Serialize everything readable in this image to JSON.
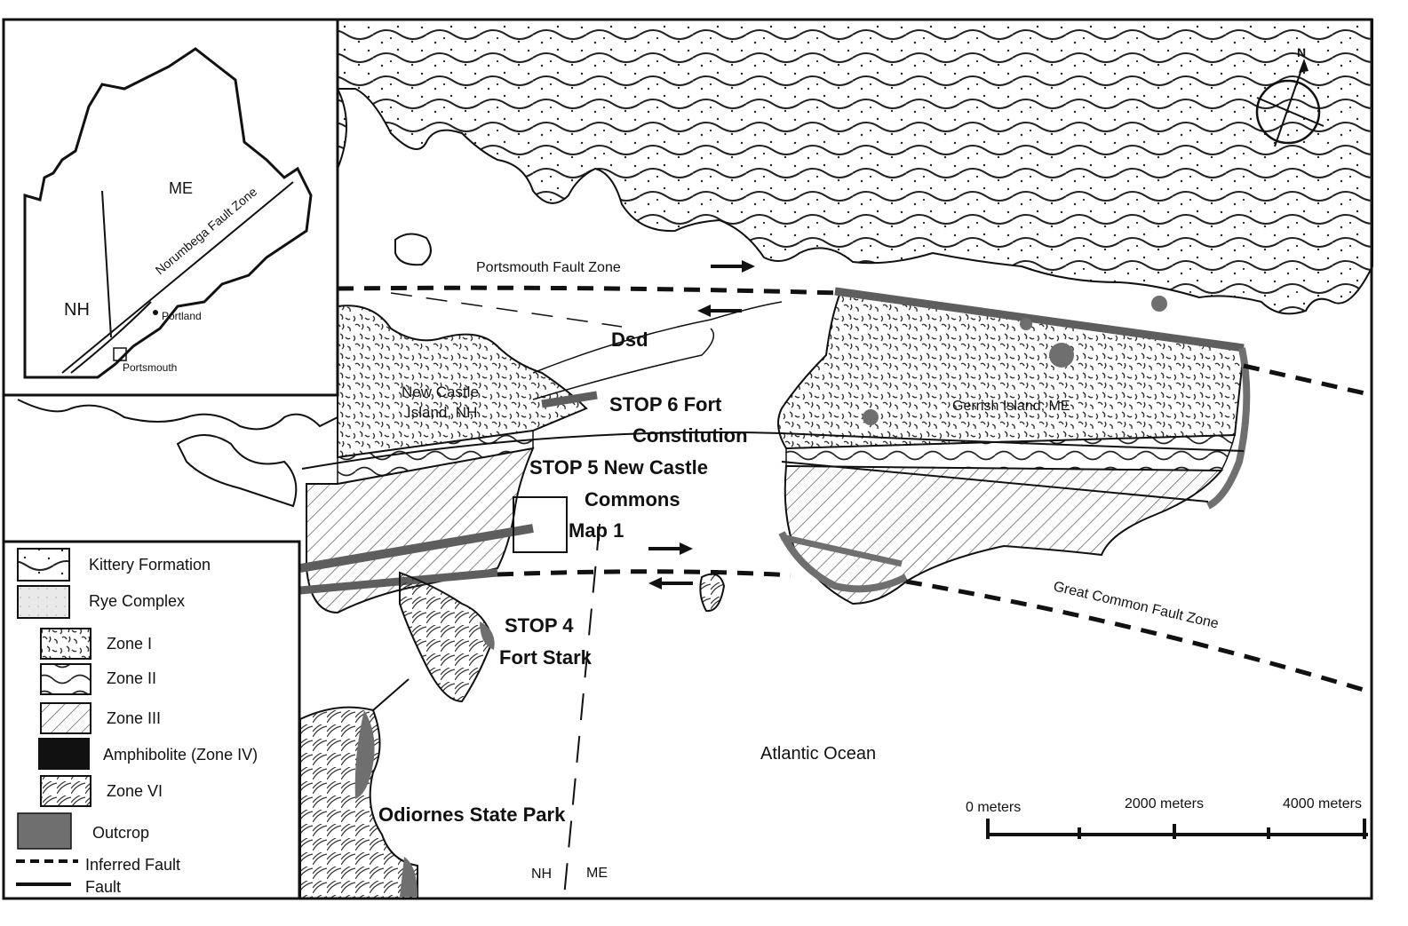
{
  "inset": {
    "state_me": "ME",
    "state_nh": "NH",
    "fault_zone": "Norumbega Fault Zone",
    "city_portland": "Portland",
    "city_portsmouth": "Portsmouth"
  },
  "map": {
    "fault_portsmouth": "Portsmouth Fault Zone",
    "fault_great_common": "Great Common Fault Zone",
    "unit_dsd": "Dsd",
    "island_new_castle_line1": "New Castle",
    "island_new_castle_line2": "Island, NH",
    "island_gerrish": "Gerrish Island, ME",
    "stop6_line1": "STOP 6 Fort",
    "stop6_line2": "Constitution",
    "stop5_line1": "STOP 5 New Castle",
    "stop5_line2": "Commons",
    "map1": "Map 1",
    "stop4_line1": "STOP 4",
    "stop4_line2": "Fort Stark",
    "odiornes": "Odiornes State Park",
    "ocean": "Atlantic Ocean",
    "border_nh": "NH",
    "border_me": "ME",
    "north": "N"
  },
  "scale": {
    "label_0": "0 meters",
    "label_2000": "2000 meters",
    "label_4000": "4000 meters"
  },
  "legend": {
    "kittery": "Kittery Formation",
    "rye": "Rye Complex",
    "zone1": "Zone I",
    "zone2": "Zone II",
    "zone3": "Zone III",
    "amphibolite": "Amphibolite (Zone IV)",
    "zone6": "Zone VI",
    "outcrop": "Outcrop",
    "inferred_fault": "Inferred Fault",
    "fault": "Fault"
  },
  "colors": {
    "outcrop": "#6f6f6f",
    "amphibolite": "#111111",
    "line": "#111111"
  }
}
